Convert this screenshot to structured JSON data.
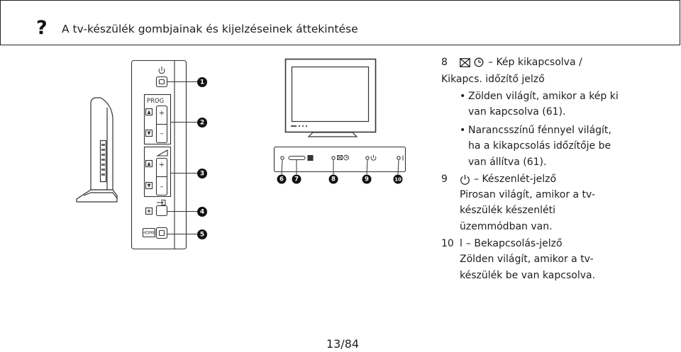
{
  "header": {
    "icon_glyph": "?",
    "title": "A tv-készülék gombjainak és kijelzéseinek áttekintése"
  },
  "side_panel": {
    "prog_label": "PROG",
    "home_label": "HOME",
    "plus": "+",
    "minus": "–",
    "callouts": [
      "1",
      "2",
      "3",
      "4",
      "5"
    ]
  },
  "front_panel": {
    "callouts": [
      "6",
      "7",
      "8",
      "9",
      "10"
    ]
  },
  "bullet": "•",
  "items": [
    {
      "number": "8",
      "icons": [
        "picture-off-icon",
        "timer-icon"
      ],
      "heading": "– Kép kikapcsolva /",
      "heading_cont": "Kikapcs. időzítő jelző",
      "bullets": [
        [
          "Zölden világít, amikor a kép ki",
          "van kapcsolva (61)."
        ],
        [
          "Narancsszínű fénnyel világít,",
          "ha a kikapcsolás időzítője be",
          "van állítva (61)."
        ]
      ]
    },
    {
      "number": "9",
      "icons": [
        "standby-icon"
      ],
      "heading": "– Készenlét-jelző",
      "lines": [
        "Pirosan világít, amikor a tv-",
        "készülék készenléti",
        "üzemmódban van."
      ]
    },
    {
      "number": "10",
      "symbol": "l",
      "heading": "– Bekapcsolás-jelző",
      "lines": [
        "Zölden világít, amikor a tv-",
        "készülék be van kapcsolva."
      ]
    }
  ],
  "footer": {
    "page": "13/84"
  },
  "colors": {
    "text": "#1e1e1e",
    "callout_fill": "#111111",
    "line": "#333333"
  }
}
